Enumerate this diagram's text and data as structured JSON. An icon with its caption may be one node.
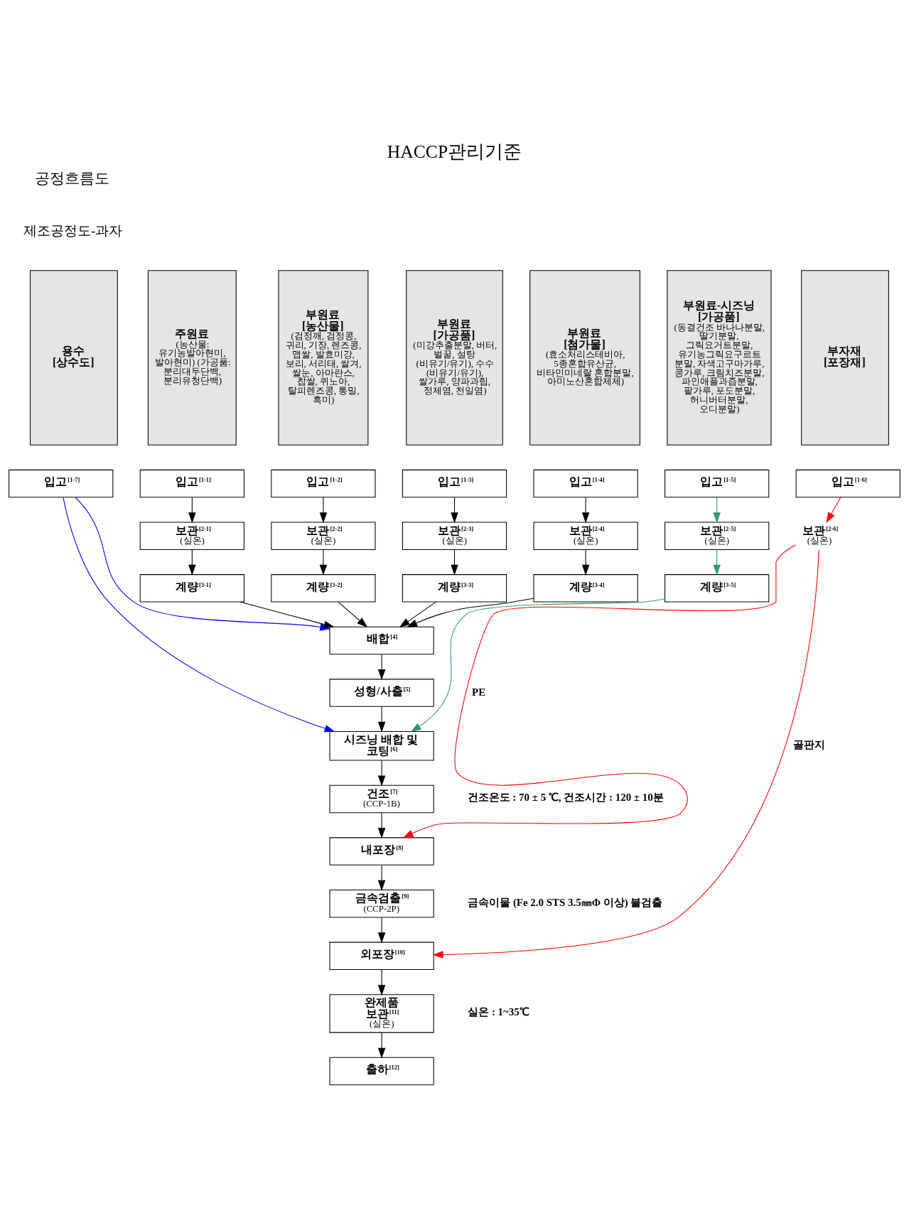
{
  "diagram": {
    "title": "HACCP관리기준",
    "nodes": [
      {
        "text": [
          "용수 [상수도]"
        ]
      },
      {
        "text": [
          "주원료",
          "(농산물: 유기농발아현미, 발아현미) (가공품: 분리대두단백, 분리유청단백)"
        ]
      },
      {
        "text": [
          "부원료 [농산물]",
          "(검정깨, 검정콩, 귀리, 기장, 렌즈콩, 맵쌀, 발효미강, 보리, 서리태, 쌀겨, 쌀눈, 아마란스, 찹쌀, 퀴노아, 탈피렌즈콩, 통밀, 흑미)"
        ]
      },
      {
        "text": [
          "부원료 [가공품]",
          "(미강추출분말, 버터, 벌꿀, 설탕 (비유기/유기), 수수 (비유기/유기), 쌀가루, 양파과립, 정제염, 천일염)"
        ]
      },
      {
        "text": [
          "부원료 [첨가물]",
          "(효소처리스테비아, 5종혼합유산균, 비타민미네랄 혼합분말, 아미노산혼합제제)"
        ]
      },
      {
        "text": [
          "부원료-시즈닝 [가공품]",
          "(동결건조 바나나분말, 딸기분말, 그릭요거트분말, 유기농그릭요구르트 분말, 자색고구마가루, 콩가루, 크림치즈분말, 파인애플과즙분말, 팥가루, 포도분말, 허니버터분말, 오디분말)"
        ]
      },
      {
        "text": [
          "부자재 [포장재]"
        ]
      },
      {
        "text": [
          "입고$^{[1-7]}$"
        ]
      },
      {
        "text": [
          "입고$^{[1-1]}$"
        ]
      },
      {
        "text": [
          "입고$^{[1-2]}$"
        ]
      },
      {
        "text": [
          "입고$^{[1-3]}$"
        ]
      },
      {
        "text": [
          "입고$^{[1-4]}$"
        ]
      },
      {
        "text": [
          "입고$^{[1-5]}$"
        ]
      },
      {
        "text": [
          "입고$^{[1-6]}$"
        ]
      },
      {
        "text": [
          "보관$^{[2-1]}$",
          "(실온)"
        ]
      },
      {
        "text": [
          "보관$^{[2-2]}$",
          "(실온)"
        ]
      },
      {
        "text": [
          "보관$^{[2-3]}$",
          "(실온)"
        ]
      },
      {
        "text": [
          "보관$^{[2-4]}$",
          "(실온)"
        ]
      },
      {
        "text": [
          "보관$^{[2-5]}$",
          "(실온)"
        ]
      },
      {
        "text": [
          "보관$^{[2-6]}$",
          "(실온)"
        ]
      },
      {
        "text": [
          "계량$^{[3-1]}$"
        ]
      },
      {
        "text": [
          "계량$^{[3-2]}$"
        ]
      },
      {
        "text": [
          "계량$^{[3-3]}$"
        ]
      },
      {
        "text": [
          "계량$^{[3-4]}$"
        ]
      },
      {
        "text": [
          "계량$^{[3-5]}$"
        ]
      },
      {
        "text": [
          "배합$^{[4]}$"
        ]
      },
      {
        "text": [
          "성형/사출$^{[5]}$"
        ]
      },
      {
        "text": [
          "시즈닝 배합 및 코팅$^{[6]}$"
        ]
      },
      {
        "text": [
          "건조$^{[7]}$",
          "(CCP-1B)"
        ],
        "beside": [
          "건조온도 : 70 ± 5 ℃, 건조시간 : 120 ± 10분"
        ]
      },
      {
        "text": [
          "내포장$^{[8]}$"
        ]
      },
      {
        "text": [
          "금속검출$^{[9]}$",
          "(CCP-2P)"
        ],
        "beside": [
          "금속이물 (Fe 2.0 STS 3.5㎜Φ 이상) 불검출"
        ]
      },
      {
        "text": [
          "외포장$^{[10]}$"
        ]
      },
      {
        "text": [
          "완제품 보관$^{[11]}$",
          "(실온)"
        ],
        "beside": [
          "실온 : 1~35℃"
        ]
      },
      {
        "text": [
          "출하$^{[12]}$"
        ]
      }
    ],
    "edges": [
      {
        "from": 8,
        "to": 14,
        "arrow": "to"
      },
      {
        "from": 9,
        "to": 15,
        "arrow": "to"
      },
      {
        "from": 10,
        "to": 16,
        "arrow": "to"
      },
      {
        "from": 11,
        "to": 17,
        "arrow": "to"
      },
      {
        "from": 12,
        "to": 18,
        "arrow": "to",
        "color": "#2e9a6e"
      },
      {
        "from": 13,
        "to": 19,
        "arrow": "to",
        "color": "#ff0000"
      },
      {
        "from": 14,
        "to": 20,
        "arrow": "to"
      },
      {
        "from": 15,
        "to": 21,
        "arrow": "to"
      },
      {
        "from": 16,
        "to": 22,
        "arrow": "to"
      },
      {
        "from": 17,
        "to": 23,
        "arrow": "to"
      },
      {
        "from": 18,
        "to": 24,
        "arrow": "to",
        "color": "#2e9a6e"
      },
      {
        "from": 20,
        "to": 25,
        "arrow": "to"
      },
      {
        "from": 21,
        "to": 25,
        "arrow": "to"
      },
      {
        "from": 22,
        "to": 25,
        "arrow": "to"
      },
      {
        "from": 23,
        "to": 25,
        "arrow": "to"
      },
      {
        "from": 7,
        "to": 25,
        "arrow": "to",
        "color": "#0000ff"
      },
      {
        "from": 25,
        "to": 26,
        "arrow": "to"
      },
      {
        "from": 7,
        "to": 27,
        "arrow": "to",
        "color": "#0000ff"
      },
      {
        "from": 26,
        "to": 27,
        "arrow": "to"
      },
      {
        "from": 24,
        "to": 27,
        "arrow": "to",
        "color": "#2e9a6e"
      },
      {
        "from": 27,
        "to": 28,
        "arrow": "to"
      },
      {
        "from": 28,
        "to": 29,
        "arrow": "to"
      },
      {
        "from": 19,
        "to": 29,
        "arrow": "to",
        "label": "PE",
        "color": "#ff0000"
      },
      {
        "from": 29,
        "to": 30,
        "arrow": "to"
      },
      {
        "from": 30,
        "to": 31,
        "arrow": "to"
      },
      {
        "from": 19,
        "to": 31,
        "arrow": "to",
        "label": "골판지",
        "color": "#ff0000"
      },
      {
        "from": 31,
        "to": 32,
        "arrow": "to"
      },
      {
        "from": 32,
        "to": 33,
        "arrow": "to"
      }
    ],
    "labels": [
      "공정흐름도",
      "제조공정도-과자"
    ]
  }
}
